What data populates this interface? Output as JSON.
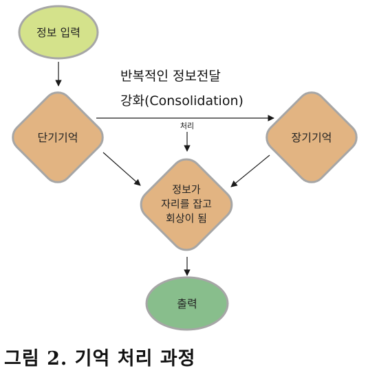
{
  "nodes": {
    "input": {
      "label": "정보 입력",
      "fill": "#d4e28b"
    },
    "short_term": {
      "label": "단기기억",
      "fill": "#e2b482"
    },
    "long_term": {
      "label": "장기기억",
      "fill": "#e2b482"
    },
    "consolidate": {
      "line1": "정보가",
      "line2": "자리를 잡고",
      "line3": "회상이 됨",
      "fill": "#e2b482"
    },
    "output": {
      "label": "출력",
      "fill": "#88be8c"
    }
  },
  "edges": {
    "main_label_line1": "반복적인 정보전달",
    "main_label_line2": "강화(Consolidation)",
    "process_label": "처리"
  },
  "caption": "그림 2. 기억 처리 과정",
  "colors": {
    "stroke": "#a6a6a6",
    "arrow": "#1a1a1a"
  }
}
